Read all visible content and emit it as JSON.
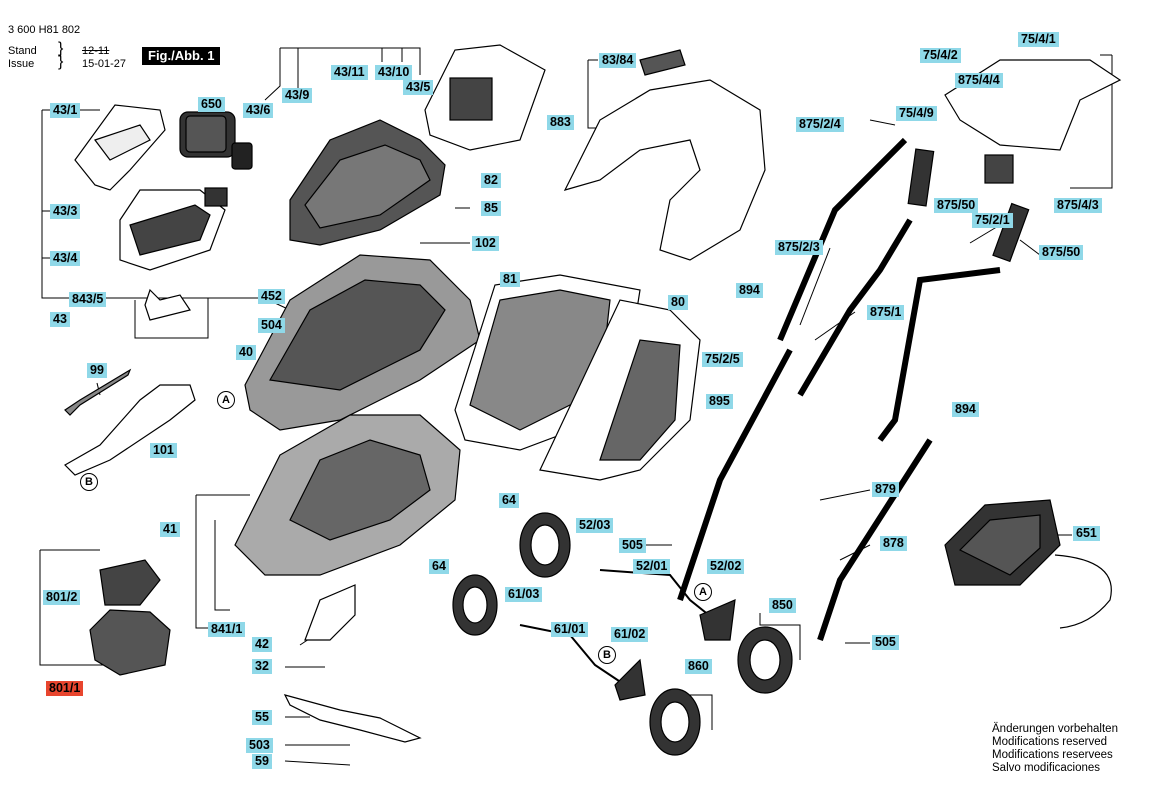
{
  "header": {
    "doc_number": "3 600 H81 802",
    "stand_label": "Stand",
    "stand_value": "12-11",
    "issue_label": "Issue",
    "issue_value": "15-01-27",
    "figure_label": "Fig./Abb. 1"
  },
  "parts": {
    "p43_1": "43/1",
    "p650": "650",
    "p43_6": "43/6",
    "p43_9": "43/9",
    "p43_11": "43/11",
    "p43_10": "43/10",
    "p43_5": "43/5",
    "p43_3": "43/3",
    "p43_4": "43/4",
    "p843_5": "843/5",
    "p43": "43",
    "p83_84": "83/84",
    "p883": "883",
    "p82": "82",
    "p85": "85",
    "p102": "102",
    "p75_4_2": "75/4/2",
    "p75_4_1": "75/4/1",
    "p875_4_4": "875/4/4",
    "p875_2_4": "875/2/4",
    "p75_4_9": "75/4/9",
    "p875_50a": "875/50",
    "p75_2_1": "75/2/1",
    "p875_4_3": "875/4/3",
    "p875_2_3": "875/2/3",
    "p875_50b": "875/50",
    "p452": "452",
    "p504": "504",
    "p40": "40",
    "p81": "81",
    "p80": "80",
    "p894a": "894",
    "p875_1": "875/1",
    "p75_2_5": "75/2/5",
    "p895": "895",
    "p894b": "894",
    "p99": "99",
    "p101": "101",
    "p879": "879",
    "p41": "41",
    "p64a": "64",
    "p52_03": "52/03",
    "p505a": "505",
    "p651": "651",
    "p878": "878",
    "p801_2": "801/2",
    "p64b": "64",
    "p52_01": "52/01",
    "p52_02": "52/02",
    "p61_03": "61/03",
    "p850": "850",
    "p841_1": "841/1",
    "p42": "42",
    "p61_01": "61/01",
    "p61_02": "61/02",
    "p505b": "505",
    "p801_1": "801/1",
    "p32": "32",
    "p860": "860",
    "p55": "55",
    "p503": "503",
    "p59": "59"
  },
  "refs": {
    "a1": "A",
    "b1": "B",
    "a2": "A",
    "b2": "B"
  },
  "notes": {
    "de": "Änderungen vorbehalten",
    "en": "Modifications reserved",
    "fr": "Modifications reservees",
    "es": "Salvo modificaciones"
  },
  "colors": {
    "label_bg": "#8fd8e8",
    "highlight_bg": "#e8452e",
    "fig_bg": "#000000"
  }
}
